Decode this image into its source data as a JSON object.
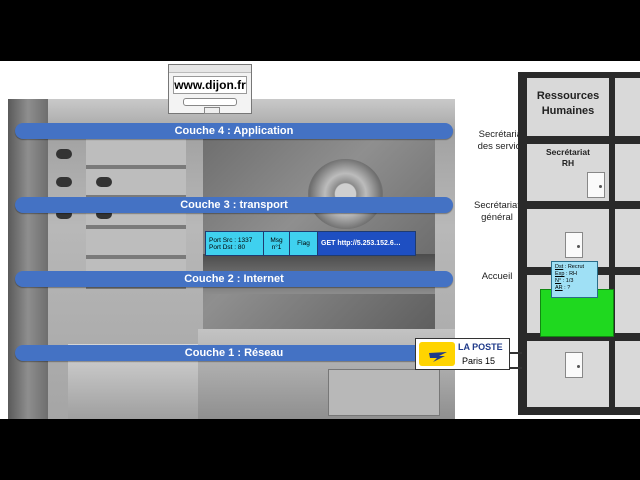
{
  "browser": {
    "url": "www.dijon.fr"
  },
  "layers": [
    {
      "label": "Couche 4 : Application"
    },
    {
      "label": "Couche 3 : transport"
    },
    {
      "label": "Couche 2 : Internet"
    },
    {
      "label": "Couche 1 : Réseau"
    }
  ],
  "packet": {
    "port_src": "Port Src : 1337",
    "port_dst": "Port Dst : 80",
    "msg_line1": "Msg",
    "msg_line2": "n°1",
    "flag": "Flag",
    "request": "GET  http://5.253.152.6…"
  },
  "services": {
    "secretariats_line1": "Secrétariats",
    "secretariats_line2": "des services",
    "secretariat_general_line1": "Secrétariat",
    "secretariat_general_line2": "général",
    "accueil": "Accueil"
  },
  "laposte": {
    "brand": "LA POSTE",
    "city": "Paris 15"
  },
  "building": {
    "rh_line1": "Ressources",
    "rh_line2": "Humaines",
    "secretariat_rh_line1": "Secrétariat",
    "secretariat_rh_line2": "RH"
  },
  "envelope": {
    "dst_label": "Dst",
    "dst_value": " : Recrut",
    "exp_label": "Exp",
    "exp_value": " : RH",
    "num_label": "N°",
    "num_value": " : 1/3",
    "ar_label": "AR",
    "ar_value": " : ?"
  },
  "colors": {
    "layer_bar": "#4472c4",
    "packet_cyan": "#3fd1ef",
    "packet_blue": "#1e4fc2",
    "letterbox_green": "#1fd81f",
    "laposte_yellow": "#ffd400"
  }
}
